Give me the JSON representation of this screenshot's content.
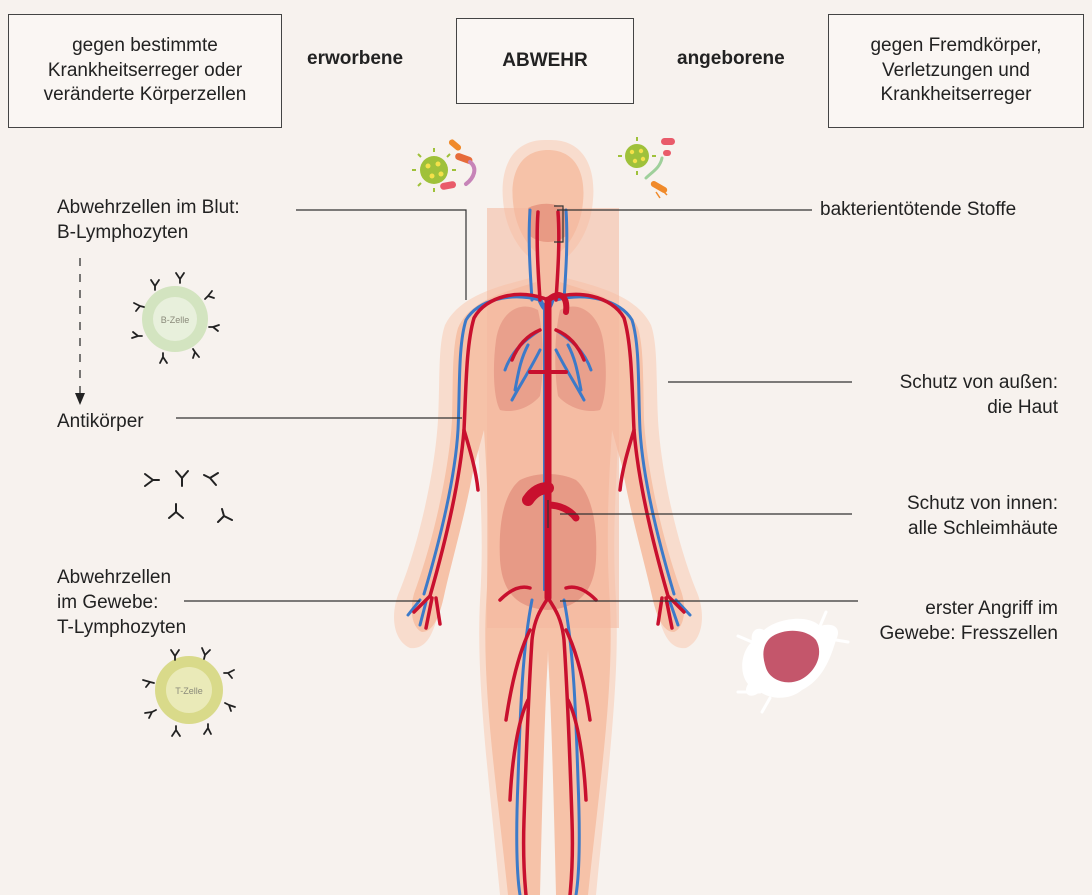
{
  "header": {
    "left_box": [
      "gegen bestimmte",
      "Krankheitserreger oder",
      "veränderte Körperzellen"
    ],
    "left_label": "erworbene",
    "center_box": "ABWEHR",
    "right_label": "angeborene",
    "right_box": [
      "gegen Fremdkörper,",
      "Verletzungen und",
      "Krankheitserreger"
    ]
  },
  "left_labels": {
    "blood_cells": [
      "Abwehrzellen im Blut:",
      "B-Lymphozyten"
    ],
    "antibodies": "Antikörper",
    "tissue_cells": [
      "Abwehrzellen",
      "im Gewebe:",
      "T-Lymphozyten"
    ]
  },
  "right_labels": {
    "bactericidal": "bakterientötende Stoffe",
    "skin": [
      "Schutz von außen:",
      "die Haut"
    ],
    "mucosa": [
      "Schutz von innen:",
      "alle Schleimhäute"
    ],
    "phagocytes": [
      "erster Angriff im",
      "Gewebe: Fresszellen"
    ]
  },
  "cells": {
    "b_cell": "B-Zelle",
    "t_cell": "T-Zelle"
  },
  "colors": {
    "background": "#f7f2ee",
    "body_skin": "#f6c7b0",
    "artery": "#c8102e",
    "vein": "#3c7ac9",
    "b_cell_ring": "#c8deb0",
    "t_cell_ring": "#dede96",
    "phagocyte": "#c4566b"
  }
}
